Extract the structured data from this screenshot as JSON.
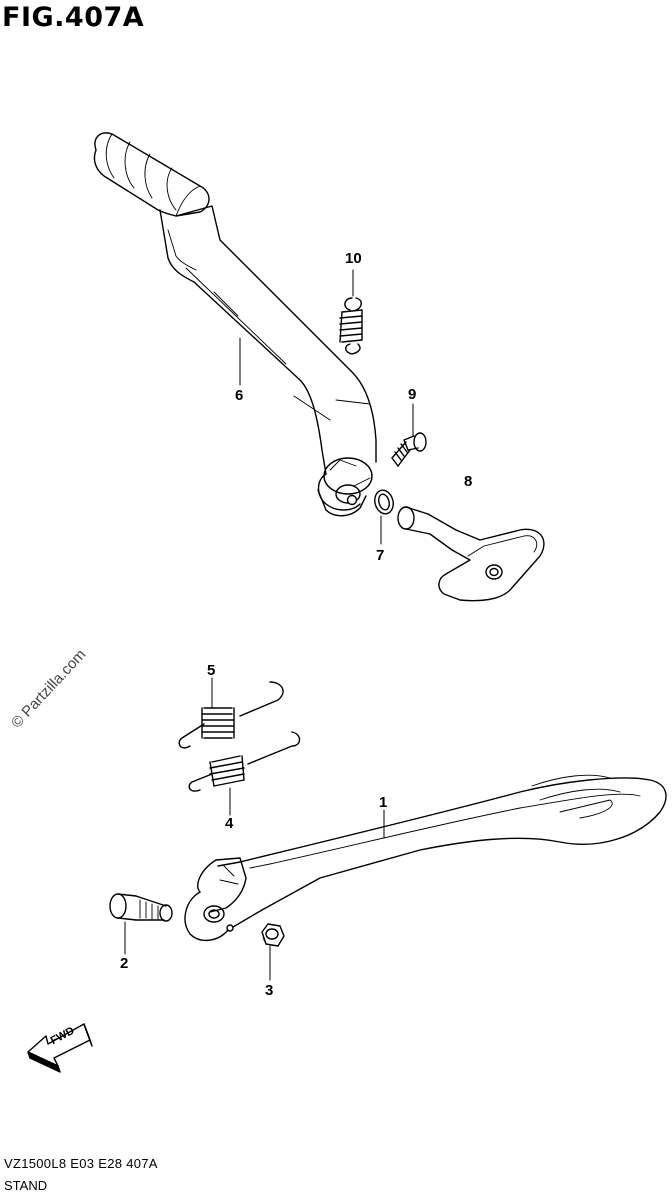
{
  "figure": {
    "title": "FIG.407A"
  },
  "callouts": {
    "p1": "1",
    "p2": "2",
    "p3": "3",
    "p4": "4",
    "p5": "5",
    "p6": "6",
    "p7": "7",
    "p8": "8",
    "p9": "9",
    "p10": "10"
  },
  "watermark": "© Partzilla.com",
  "fwd_arrow": {
    "label": "FWD",
    "icon": "fwd-arrow-icon"
  },
  "footer": {
    "code": "VZ1500L8 E03 E28 407A",
    "name": "STAND"
  }
}
